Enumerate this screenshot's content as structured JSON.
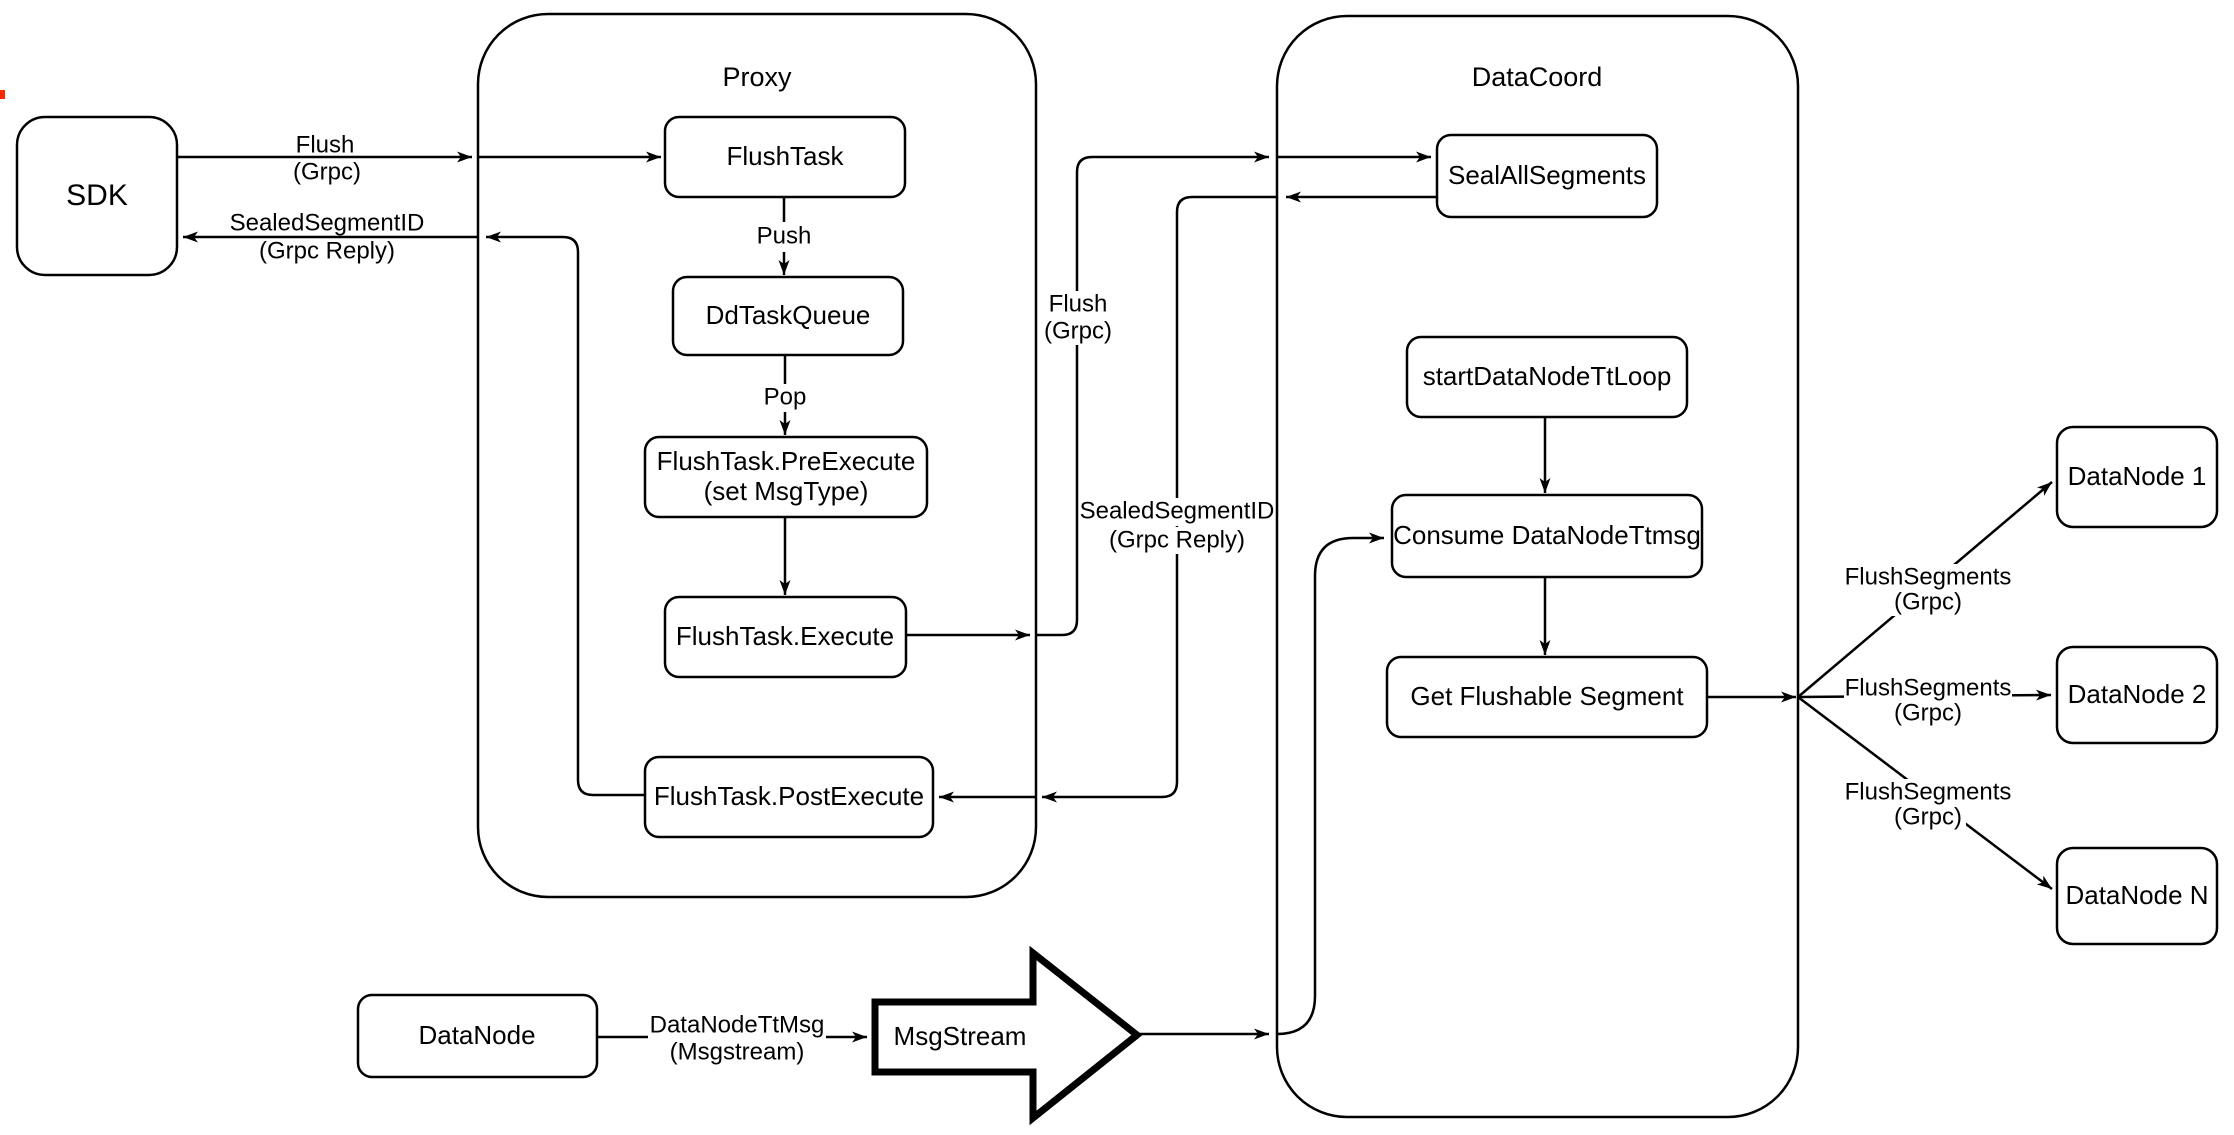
{
  "colors": {
    "stroke": "#000000",
    "background": "#ffffff",
    "artifact": "#ff2600"
  },
  "containers": {
    "proxy": {
      "label": "Proxy"
    },
    "datacoord": {
      "label": "DataCoord"
    }
  },
  "nodes": {
    "sdk": {
      "label": "SDK"
    },
    "flush_task": {
      "label": "FlushTask"
    },
    "dd_task_queue": {
      "label": "DdTaskQueue"
    },
    "pre_execute": {
      "label": "FlushTask.PreExecute",
      "sublabel": "(set MsgType)"
    },
    "execute": {
      "label": "FlushTask.Execute"
    },
    "post_execute": {
      "label": "FlushTask.PostExecute"
    },
    "seal_all_segments": {
      "label": "SealAllSegments"
    },
    "start_datanode_tt_loop": {
      "label": "startDataNodeTtLoop"
    },
    "consume_datanode_ttmsg": {
      "label": "Consume DataNodeTtmsg"
    },
    "get_flushable_segment": {
      "label": "Get Flushable Segment"
    },
    "datanode": {
      "label": "DataNode"
    },
    "msgstream": {
      "label": "MsgStream"
    },
    "datanode_1": {
      "label": "DataNode 1"
    },
    "datanode_2": {
      "label": "DataNode 2"
    },
    "datanode_n": {
      "label": "DataNode N"
    }
  },
  "edge_labels": {
    "flush_grpc_sdk": {
      "line1": "Flush",
      "line2": "(Grpc)"
    },
    "sealed_reply_sdk": {
      "line1": "SealedSegmentID",
      "line2": "(Grpc Reply)"
    },
    "push": "Push",
    "pop": "Pop",
    "flush_grpc_mid": {
      "line1": "Flush",
      "line2": "(Grpc)"
    },
    "sealed_reply_mid": {
      "line1": "SealedSegmentID",
      "line2": "(Grpc Reply)"
    },
    "datanode_ttmsg": {
      "line1": "DataNodeTtMsg",
      "line2": "(Msgstream)"
    },
    "flush_segments_1": {
      "line1": "FlushSegments",
      "line2": "(Grpc)"
    },
    "flush_segments_2": {
      "line1": "FlushSegments",
      "line2": "(Grpc)"
    },
    "flush_segments_3": {
      "line1": "FlushSegments",
      "line2": "(Grpc)"
    }
  }
}
